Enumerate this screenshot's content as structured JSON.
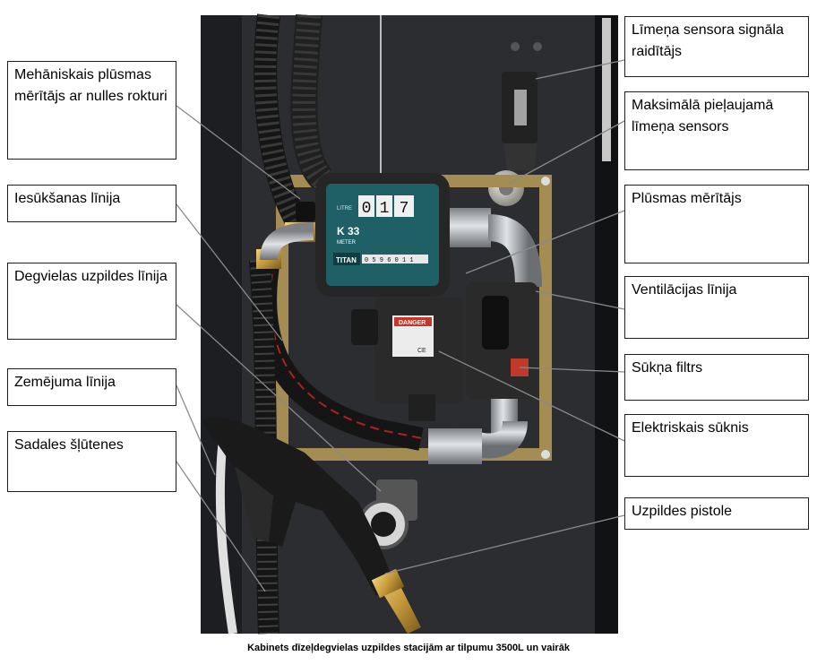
{
  "labels": {
    "level_sensor_transmitter": "Līmeņa sensora signāla raidītājs",
    "max_level_sensor": "Maksimālā pieļaujamā līmeņa sensors",
    "flow_meter": "Plūsmas mērītājs",
    "vent_line": "Ventilācijas līnija",
    "pump_filter": "Sūkņa filtrs",
    "electric_pump": "Elektriskais sūknis",
    "nozzle": "Uzpildes pistole",
    "mech_flow_meter": "Mehāniskais plūsmas mērītājs ar nulles rokturi",
    "suction_line": "Iesūkšanas līnija",
    "fuel_line": "Degvielas uzpildes līnija",
    "ground_line": "Zemējuma līnija",
    "hoses": "Sadales šļūtenes"
  },
  "meter": {
    "brand_k": "K 33",
    "brand_meter": "METER",
    "litre": "LITRE",
    "digits": [
      "0",
      "1",
      "7"
    ],
    "titan": "TITAN",
    "totalizer": "0 5 9 6 0 1 1"
  },
  "pump_plate": {
    "danger": "DANGER",
    "ce": "CE"
  },
  "caption": "Kabinets dīzeļdegvielas uzpildes stacijām ar tilpumu 3500L un vairāk",
  "colors": {
    "cabinet": "#1c1e22",
    "back_panel": "#2b2d31",
    "frame": "#a48c52",
    "meter_face": "#1f5f66",
    "pump_body": "#2a2a2a",
    "pipe": "#b4b8bc",
    "brass": "#c69a3c",
    "hose": "#151515",
    "hose_stripe": "#b02020",
    "leader_line": "#8a8a8a"
  }
}
